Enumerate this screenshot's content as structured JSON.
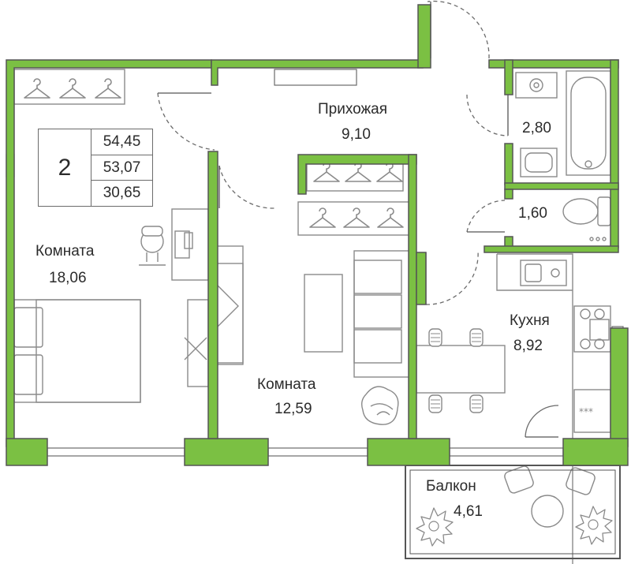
{
  "summary": {
    "rooms": "2",
    "areas": [
      "54,45",
      "53,07",
      "30,65"
    ]
  },
  "rooms": {
    "hall": {
      "name": "Прихожая",
      "area": "9,10"
    },
    "bath": {
      "area": "2,80"
    },
    "wc": {
      "area": "1,60"
    },
    "bedroom": {
      "name": "Комната",
      "area": "18,06"
    },
    "living": {
      "name": "Комната",
      "area": "12,59"
    },
    "kitchen": {
      "name": "Кухня",
      "area": "8,92"
    },
    "balcony": {
      "name": "Балкон",
      "area": "4,61"
    }
  },
  "colors": {
    "wall": "#7bc043",
    "outline": "#555555",
    "furniture": "#8a8a8a"
  }
}
